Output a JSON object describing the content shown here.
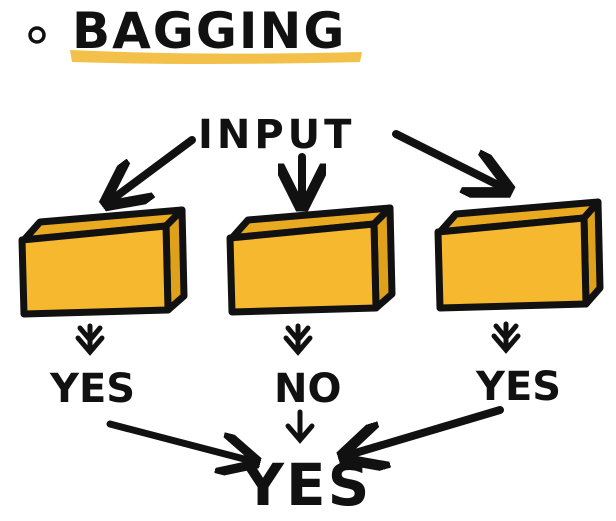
{
  "title": "BAGGING",
  "input_label": "INPUT",
  "models": [
    {
      "output": "YES"
    },
    {
      "output": "NO"
    },
    {
      "output": "YES"
    }
  ],
  "final_output": "YES",
  "colors": {
    "ink": "#111111",
    "box_front": "#f5b82e",
    "box_top": "#e9a920",
    "box_side": "#e0a11a",
    "highlight": "#f3c14a"
  },
  "icons": {
    "bullet": "circle-bullet-icon",
    "arrow": "hand-drawn-arrow-icon",
    "box": "3d-box-icon"
  }
}
